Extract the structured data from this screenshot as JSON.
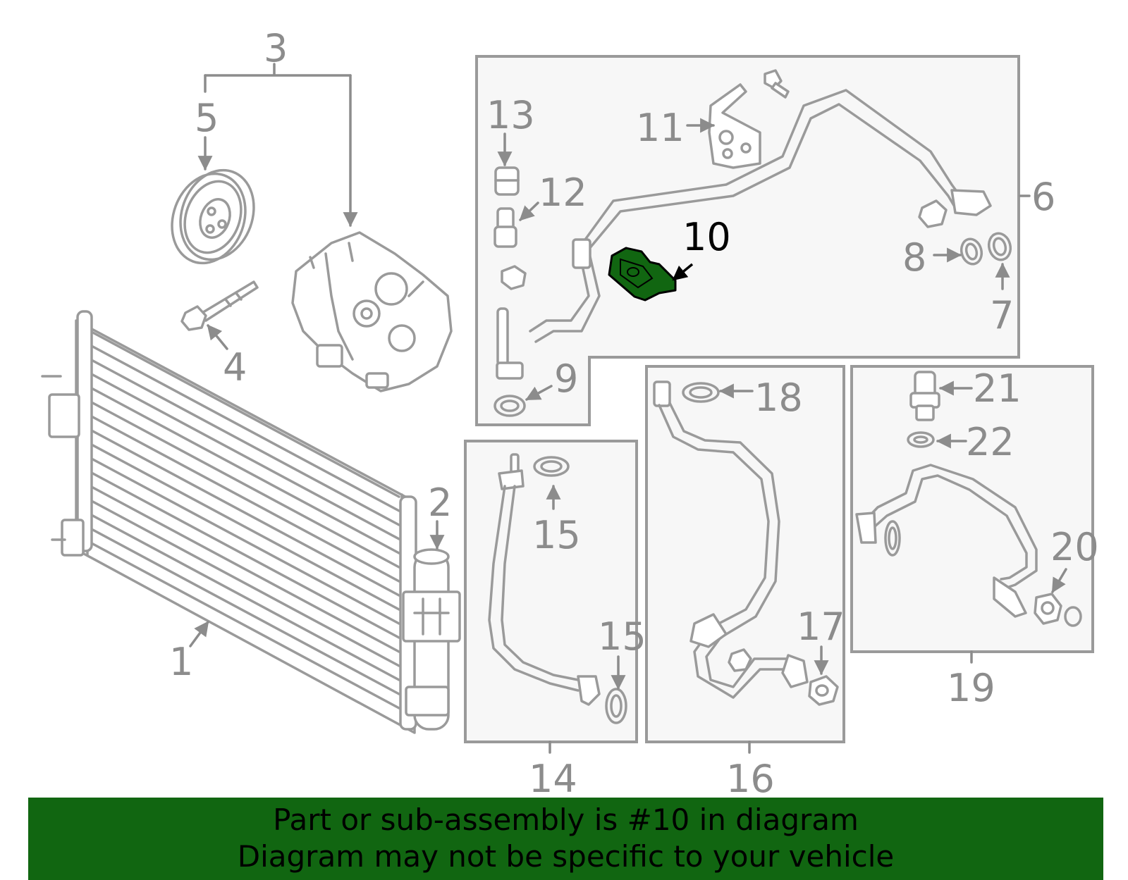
{
  "highlight_part": "10",
  "highlight_color": "#116611",
  "callouts": {
    "c1": "1",
    "c2": "2",
    "c3": "3",
    "c4": "4",
    "c5": "5",
    "c6": "6",
    "c7": "7",
    "c8": "8",
    "c9": "9",
    "c10": "10",
    "c11": "11",
    "c12": "12",
    "c13": "13",
    "c14": "14",
    "c15a": "15",
    "c15b": "15",
    "c16": "16",
    "c17": "17",
    "c18": "18",
    "c19": "19",
    "c20": "20",
    "c21": "21",
    "c22": "22"
  },
  "banner": {
    "line1": "Part or sub-assembly is #10 in diagram",
    "line2": "Diagram may not be specific to your vehicle"
  }
}
